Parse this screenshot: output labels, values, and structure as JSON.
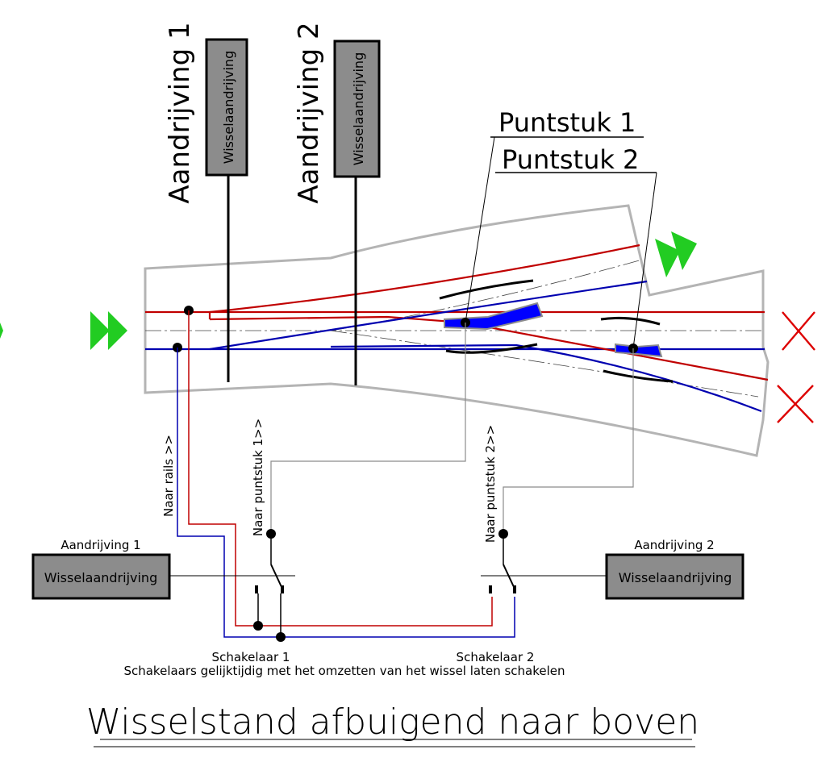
{
  "drive_labels": {
    "drive1": "Aandrijving 1",
    "drive2": "Aandrijving 2"
  },
  "drive_box_label": "Wisselaandrijving",
  "frog_labels": {
    "frog1": "Puntstuk 1",
    "frog2": "Puntstuk 2"
  },
  "wire_labels": {
    "to_rails": "Naar rails >>",
    "to_frog1": "Naar puntstuk 1>>",
    "to_frog2": "Naar puntstuk 2>>"
  },
  "switches": {
    "switch1": "Schakelaar 1",
    "switch2": "Schakelaar 2"
  },
  "note": "Schakelaars gelijktijdig met het omzetten van het wissel laten schakelen",
  "title": "Wisselstand afbuigend naar boven",
  "colors": {
    "rail_red": "#c00000",
    "rail_blue": "#0000b0",
    "sleeper_gray": "#b4b4b4",
    "box_gray": "#8c8c8c",
    "arrow_green": "#22cc22",
    "cross_red": "#dd0000",
    "frog_blue": "#0000ff"
  },
  "icons": {
    "go": "double-chevron-right-icon",
    "blocked": "x-cross-icon"
  }
}
